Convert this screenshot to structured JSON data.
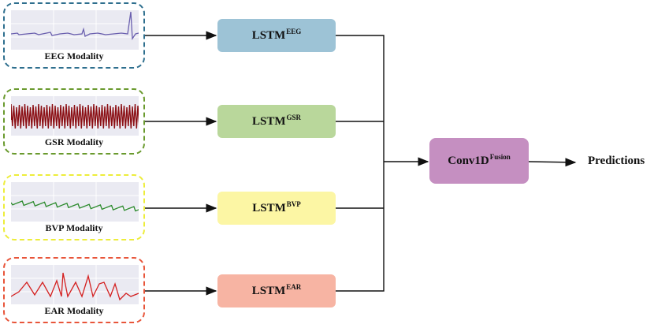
{
  "modalities": [
    {
      "label": "EEG Modality",
      "border_color": "#2e6f8e",
      "trace_color": "#6a5fae"
    },
    {
      "label": "GSR Modality",
      "border_color": "#6a9a2e",
      "trace_color": "#8b0f14"
    },
    {
      "label": "BVP Modality",
      "border_color": "#eded3a",
      "trace_color": "#2a8a2a"
    },
    {
      "label": "EAR Modality",
      "border_color": "#e8553a",
      "trace_color": "#d42020"
    }
  ],
  "lstm_blocks": [
    {
      "name": "LSTM",
      "sup": "EEG",
      "color": "#9dc3d6"
    },
    {
      "name": "LSTM",
      "sup": "GSR",
      "color": "#b9d79b"
    },
    {
      "name": "LSTM",
      "sup": "BVP",
      "color": "#fcf6a4"
    },
    {
      "name": "LSTM",
      "sup": "EAR",
      "color": "#f7b4a3"
    }
  ],
  "fusion": {
    "name": "Conv1D",
    "sup": "Fusion",
    "color": "#c58fc1"
  },
  "output": {
    "label": "Predictions"
  }
}
